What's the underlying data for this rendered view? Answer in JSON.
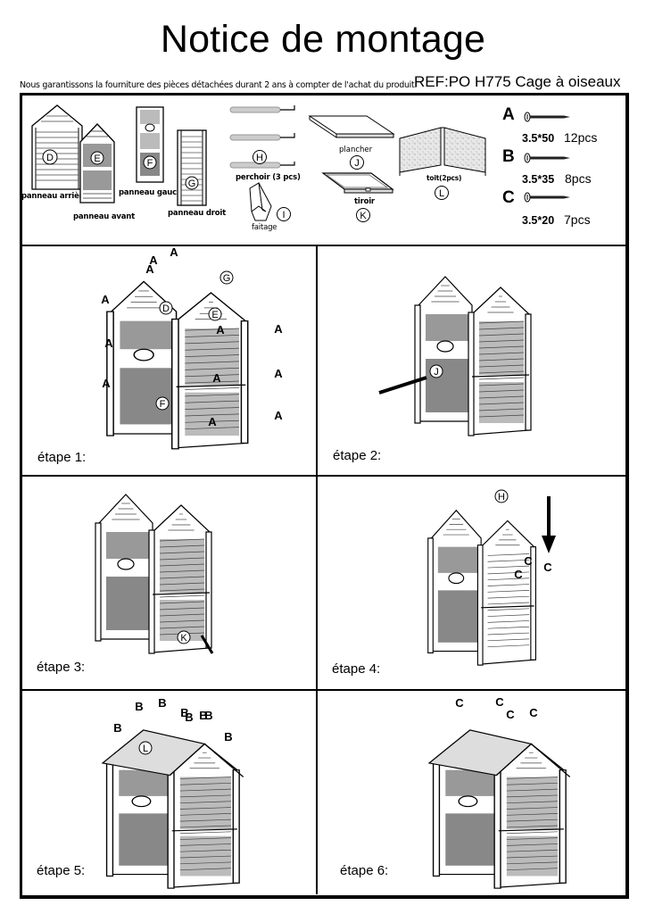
{
  "header": {
    "title": "Notice de montage",
    "guarantee": "Nous garantissons la fourniture des pièces détachées durant 2 ans à compter de l'achat du produit.",
    "reference": "REF:PO H775 Cage à oiseaux"
  },
  "parts": {
    "panels": [
      {
        "letter": "D",
        "name": "panneau arrière"
      },
      {
        "letter": "E",
        "name": "panneau avant"
      },
      {
        "letter": "F",
        "name": "panneau gauche"
      },
      {
        "letter": "G",
        "name": "panneau droit"
      }
    ],
    "perch": {
      "letter": "H",
      "name": "perchoir (3 pcs)"
    },
    "ridge": {
      "letter": "I",
      "name": "faitage"
    },
    "floor": {
      "letter": "J",
      "name": "plancher"
    },
    "drawer": {
      "letter": "K",
      "name": "tiroir"
    },
    "roof": {
      "letter": "L",
      "name": "toit(2pcs)"
    },
    "screws": [
      {
        "letter": "A",
        "size": "3.5*50",
        "qty": "12pcs"
      },
      {
        "letter": "B",
        "size": "3.5*35",
        "qty": "8pcs"
      },
      {
        "letter": "C",
        "size": "3.5*20",
        "qty": "7pcs"
      }
    ]
  },
  "steps": [
    {
      "label": "étape 1:",
      "callouts": [
        "A",
        "A",
        "A",
        "A",
        "A",
        "A",
        "A",
        "A",
        "A",
        "A",
        "A",
        "A",
        "D",
        "E",
        "F",
        "G"
      ]
    },
    {
      "label": "étape 2:",
      "callouts": [
        "J"
      ]
    },
    {
      "label": "étape 3:",
      "callouts": [
        "K"
      ]
    },
    {
      "label": "étape 4:",
      "callouts": [
        "H",
        "C",
        "C",
        "C"
      ]
    },
    {
      "label": "étape 5:",
      "callouts": [
        "B",
        "B",
        "B",
        "B",
        "B",
        "B",
        "B",
        "B",
        "L"
      ]
    },
    {
      "label": "étape 6:",
      "callouts": [
        "C",
        "C",
        "C",
        "C"
      ]
    }
  ]
}
